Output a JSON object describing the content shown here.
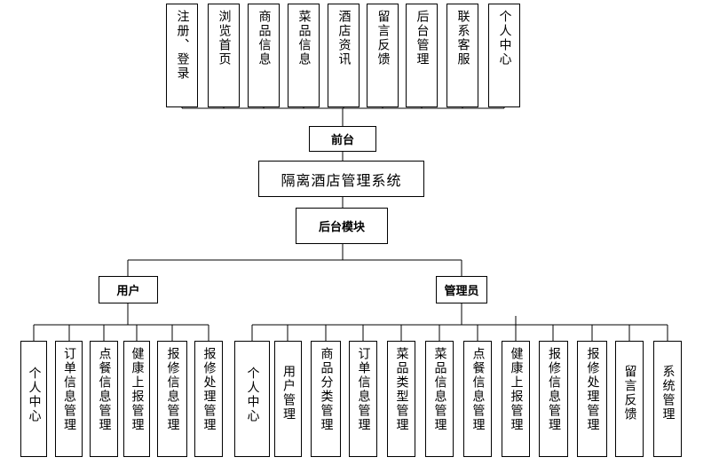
{
  "system_title": "隔离酒店管理系统",
  "front_label": "前台",
  "backend_label": "后台模块",
  "user_label": "用户",
  "admin_label": "管理员",
  "front_modules": [
    "注册、登录",
    "浏览首页",
    "商品信息",
    "菜品信息",
    "酒店资讯",
    "留言反馈",
    "后台管理",
    "联系客服",
    "个人中心"
  ],
  "user_modules": [
    "个人中心",
    "订单信息管理",
    "点餐信息管理",
    "健康上报管理",
    "报修信息管理",
    "报修处理管理"
  ],
  "admin_modules": [
    "个人中心",
    "用户管理",
    "商品分类管理",
    "订单信息管理",
    "菜品类型管理",
    "菜品信息管理",
    "点餐信息管理",
    "健康上报管理",
    "报修信息管理",
    "报修处理管理",
    "留言反馈",
    "系统管理"
  ]
}
